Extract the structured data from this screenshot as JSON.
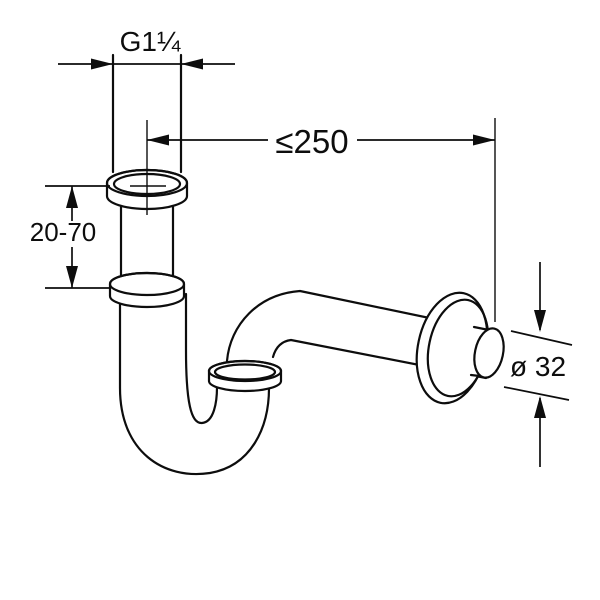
{
  "drawing": {
    "subject": "pipe-trap-dimension-drawing",
    "line_color": "#0d0d0d",
    "background_color": "#ffffff"
  },
  "labels": {
    "thread_size": "G1¼",
    "max_wall_distance": "≤250",
    "height_adjustment_range": "20-70",
    "outlet_diameter": "ø 32"
  }
}
